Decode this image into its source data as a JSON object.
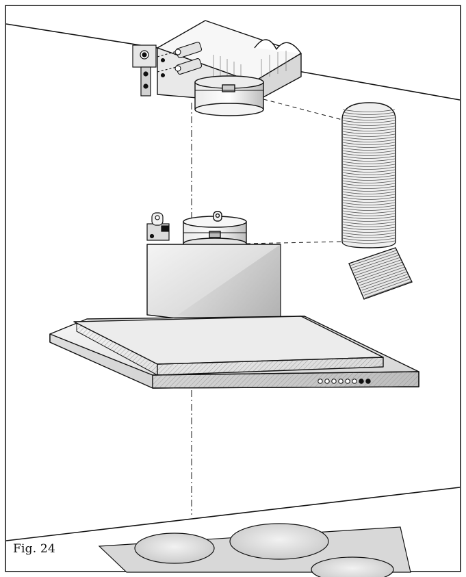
{
  "figure": {
    "caption": "Fig. 24",
    "colors": {
      "line": "#111111",
      "metal_light": "#f2f2f2",
      "metal_mid": "#d6d6d6",
      "metal_dark": "#a9a9a9",
      "hob_glass": "#c9c9c9",
      "hob_plate": "#e4e4e4"
    },
    "controls": {
      "button_count": 8,
      "active_buttons": [
        6,
        7
      ]
    },
    "icons": [
      "mounting-bracket",
      "screw-anchor",
      "flexible-duct",
      "duct-elbow",
      "control-button",
      "hotplate"
    ]
  }
}
